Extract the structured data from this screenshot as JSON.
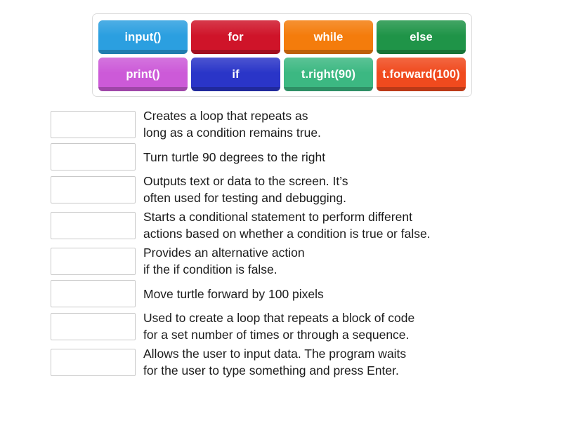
{
  "activity": {
    "type": "match-up",
    "tray": {
      "tiles": [
        {
          "label": "input()",
          "color": "#2b9fe0",
          "row": 1,
          "col": 1
        },
        {
          "label": "for",
          "color": "#cf1429",
          "row": 1,
          "col": 2
        },
        {
          "label": "while",
          "color": "#f47c0c",
          "row": 1,
          "col": 3
        },
        {
          "label": "else",
          "color": "#1f9448",
          "row": 1,
          "col": 4
        },
        {
          "label": "print()",
          "color": "#cc5ad8",
          "row": 2,
          "col": 1
        },
        {
          "label": "if",
          "color": "#2a35c8",
          "row": 2,
          "col": 2
        },
        {
          "label": "t.right(90)",
          "color": "#3cb882",
          "row": 2,
          "col": 3
        },
        {
          "label": "t.forward(100)",
          "color": "#f04a1e",
          "row": 2,
          "col": 4
        }
      ]
    },
    "matches": [
      {
        "drop_value": "",
        "text": "Creates a loop that repeats as\nlong as a condition remains true."
      },
      {
        "drop_value": "",
        "text": "Turn turtle 90 degrees to the right"
      },
      {
        "drop_value": "",
        "text": "Outputs text or data to the screen. It’s\noften used for testing and debugging."
      },
      {
        "drop_value": "",
        "text": "Starts a conditional statement to perform different\nactions based on whether a condition is true or false."
      },
      {
        "drop_value": "",
        "text": "Provides an alternative action\nif the if condition is false."
      },
      {
        "drop_value": "",
        "text": "Move turtle forward by 100 pixels"
      },
      {
        "drop_value": "",
        "text": "Used to create a loop that repeats a block of code\nfor a set number of times or through a sequence."
      },
      {
        "drop_value": "",
        "text": "Allows the user to input data. The program waits\nfor the user to type something and press Enter."
      }
    ]
  }
}
